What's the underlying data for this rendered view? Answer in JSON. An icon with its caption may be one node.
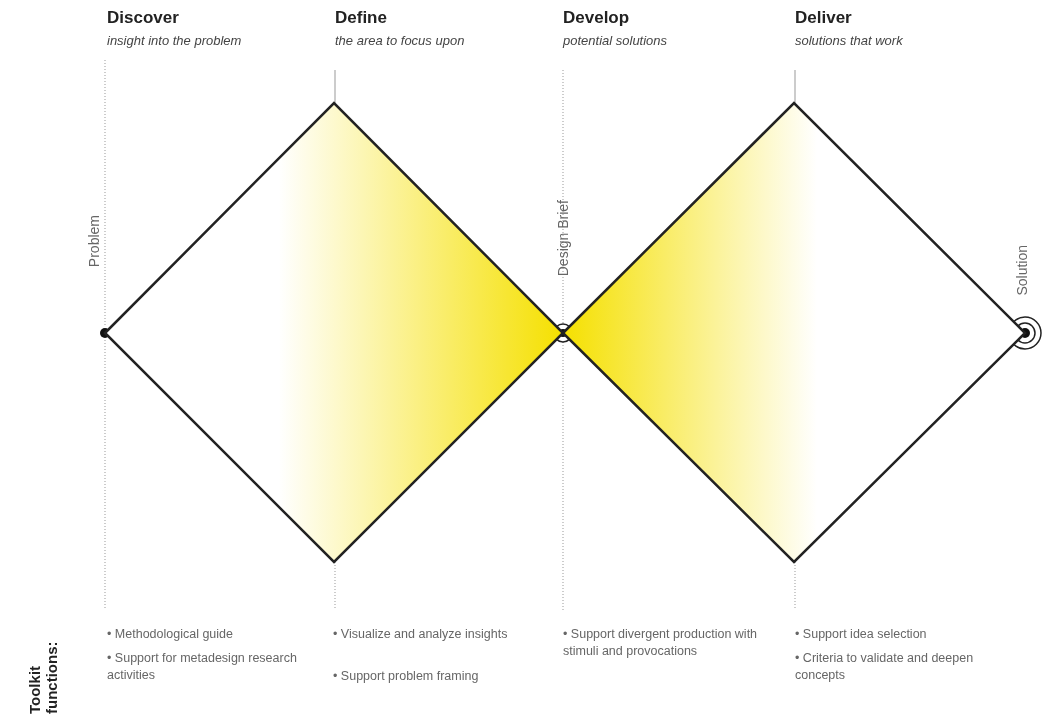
{
  "diagram": {
    "nodes": [
      {
        "text": [],
        "shape": "diamond"
      },
      {
        "text": [],
        "shape": "diamond"
      },
      {
        "text": [
          "Problem"
        ]
      },
      {
        "text": [
          "Design Brief"
        ]
      },
      {
        "text": [
          "Solution"
        ]
      }
    ],
    "labels": [
      "Discover",
      "insight into the problem",
      "Define",
      "the area to focus upon",
      "Develop",
      "potential solutions",
      "Deliver",
      "solutions that work",
      "Toolkit functions:",
      "• Methodological guide",
      "• Support for metadesign research activities",
      "• Visualize and analyze insights",
      "• Support problem framing",
      "• Support divergent production with stimuli and provocations",
      "• Support idea selection",
      "• Criteria to validate and deepen concepts"
    ]
  }
}
